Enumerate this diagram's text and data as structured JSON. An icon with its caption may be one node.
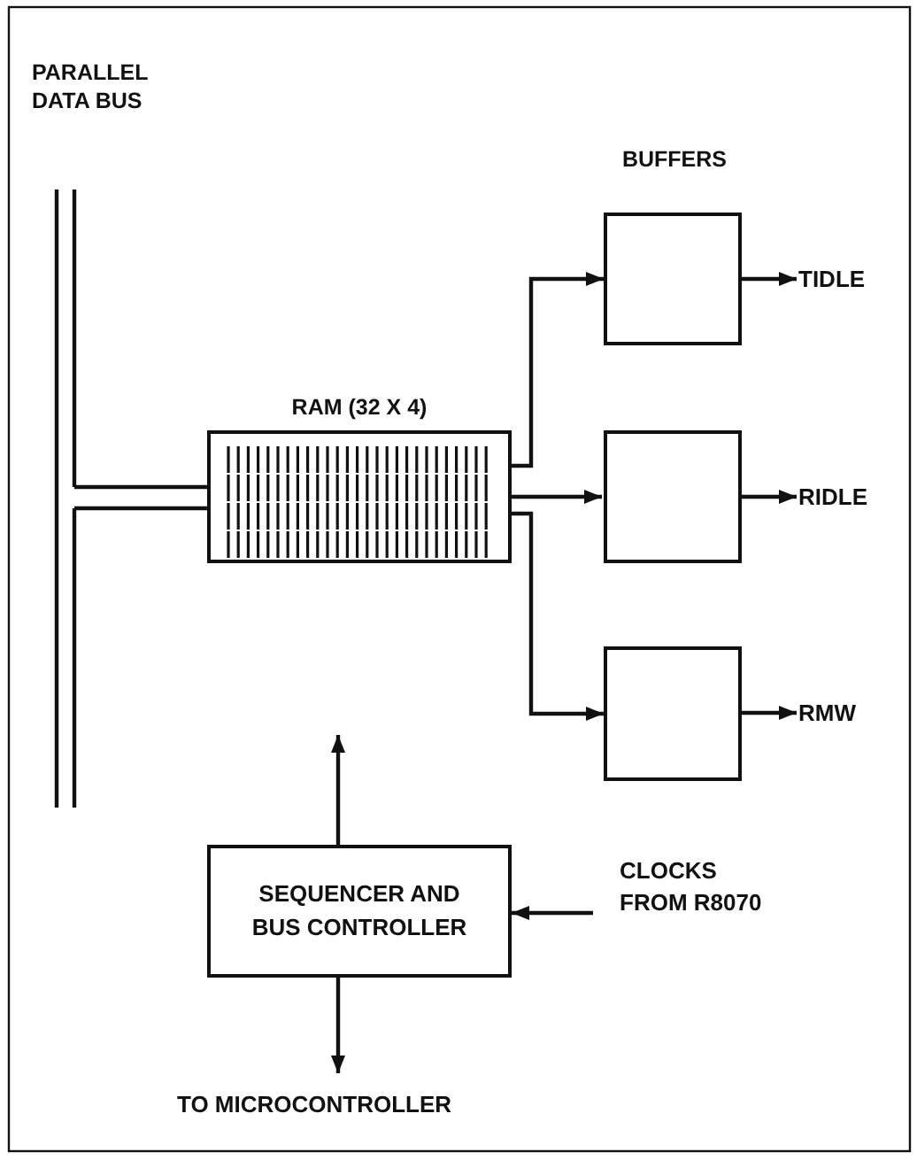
{
  "diagram": {
    "nodes": [
      {
        "text": [
          "PARALLEL DATA BUS"
        ]
      },
      {
        "text": [
          "RAM (32 X 4)"
        ]
      },
      {
        "text": [],
        "shape": "box"
      },
      {
        "text": [],
        "shape": "box"
      },
      {
        "text": [],
        "shape": "box"
      },
      {
        "text": [
          "TIDLE"
        ]
      },
      {
        "text": [
          "RIDLE"
        ]
      },
      {
        "text": [
          "RMW"
        ]
      },
      {
        "text": [
          "SEQUENCER AND BUS CONTROLLER"
        ]
      },
      {
        "text": [
          "CLOCKS FROM R8070"
        ]
      },
      {
        "text": [
          "TO MICROCONTROLLER"
        ]
      }
    ],
    "edges": [
      {
        "from": 0,
        "to": 1,
        "arrow": "none"
      },
      {
        "from": 1,
        "to": 2,
        "arrow": "to"
      },
      {
        "from": 1,
        "to": 3,
        "arrow": "to"
      },
      {
        "from": 1,
        "to": 4,
        "arrow": "to"
      },
      {
        "from": 2,
        "to": 5,
        "arrow": "to"
      },
      {
        "from": 3,
        "to": 6,
        "arrow": "to"
      },
      {
        "from": 4,
        "to": 7,
        "arrow": "to"
      },
      {
        "from": 8,
        "to": null,
        "arrow": "to"
      },
      {
        "from": 9,
        "to": 8,
        "arrow": "to"
      },
      {
        "from": 8,
        "to": 10,
        "arrow": "to"
      }
    ],
    "labels": [
      "BUFFERS"
    ]
  }
}
